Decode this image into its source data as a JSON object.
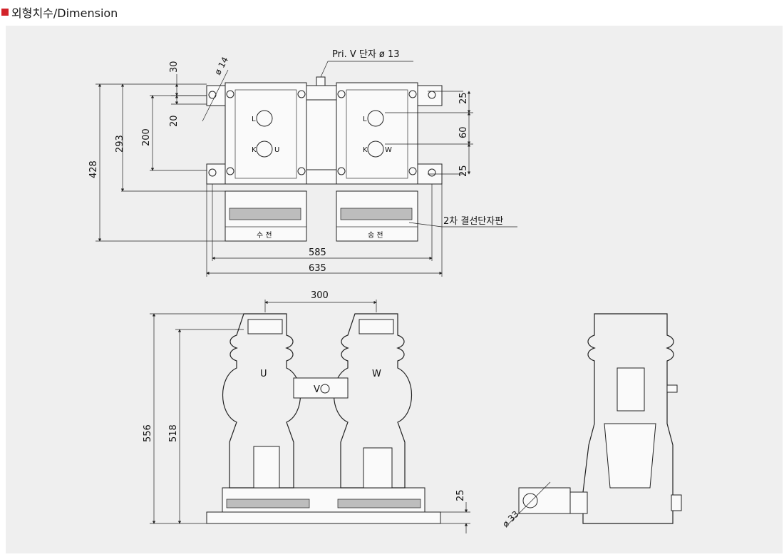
{
  "header": {
    "title": "외형치수/Dimension"
  },
  "top_view": {
    "dimensions": {
      "d30": "30",
      "d20": "20",
      "d200": "200",
      "d293": "293",
      "d428": "428",
      "hole": "ø 14",
      "d25a": "25",
      "d60": "60",
      "d25b": "25",
      "d585": "585",
      "d635": "635"
    },
    "callouts": {
      "pri_v": "Pri. V 단자 ø 13",
      "terminal_board": "2차 결선단자판"
    },
    "terminals": {
      "l1": "L",
      "k1": "K",
      "u": "U",
      "l2": "L",
      "k2": "K",
      "w": "W"
    },
    "boards": {
      "left": "수 전",
      "right": "송 전"
    }
  },
  "front_view": {
    "dimensions": {
      "d300": "300",
      "d556": "556",
      "d518": "518",
      "d25": "25"
    },
    "labels": {
      "u": "U",
      "w": "W",
      "v": "V"
    }
  },
  "side_view": {
    "dimensions": {
      "hole": "ø 33"
    }
  }
}
